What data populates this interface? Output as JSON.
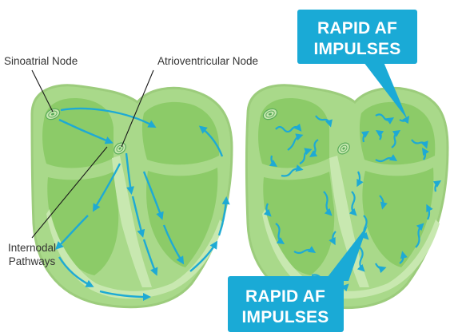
{
  "labels": {
    "sinoatrial": "Sinoatrial Node",
    "atrioventricular": "Atrioventricular Node",
    "internodal_line1": "Internodal",
    "internodal_line2": "Pathways"
  },
  "callouts": {
    "top_line1": "RAPID AF",
    "top_line2": "IMPULSES",
    "bottom_line1": "RAPID AF",
    "bottom_line2": "IMPULSES"
  },
  "colors": {
    "heart_outer": "#a9d98a",
    "heart_outline": "#9ccc7c",
    "chamber": "#8ccb68",
    "septum": "#c8e8b0",
    "arrow": "#1eaad4",
    "callout": "#1aaad6",
    "node": "#5aab5a"
  }
}
